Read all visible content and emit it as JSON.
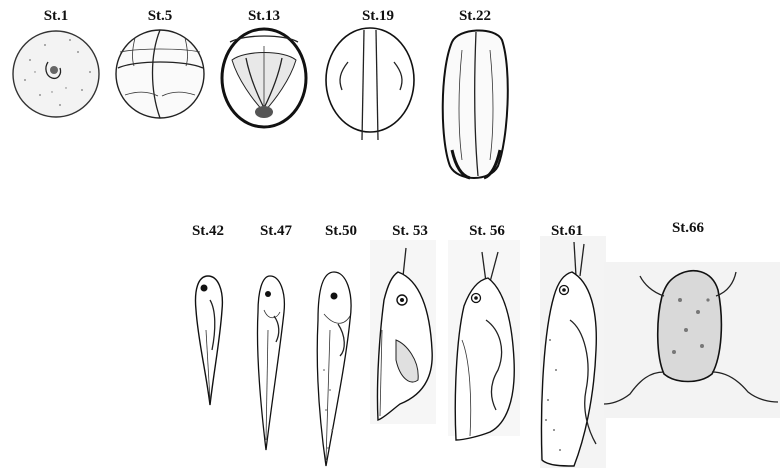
{
  "figure": {
    "stages": [
      {
        "id": "s1",
        "label": "St.1"
      },
      {
        "id": "s5",
        "label": "St.5"
      },
      {
        "id": "s13",
        "label": "St.13"
      },
      {
        "id": "s19",
        "label": "St.19"
      },
      {
        "id": "s22",
        "label": "St.22"
      },
      {
        "id": "s42",
        "label": "St.42"
      },
      {
        "id": "s47",
        "label": "St.47"
      },
      {
        "id": "s50",
        "label": "St.50"
      },
      {
        "id": "s53",
        "label": "St. 53"
      },
      {
        "id": "s56",
        "label": "St. 56"
      },
      {
        "id": "s61",
        "label": "St.61"
      },
      {
        "id": "s66",
        "label": "St.66"
      }
    ]
  }
}
